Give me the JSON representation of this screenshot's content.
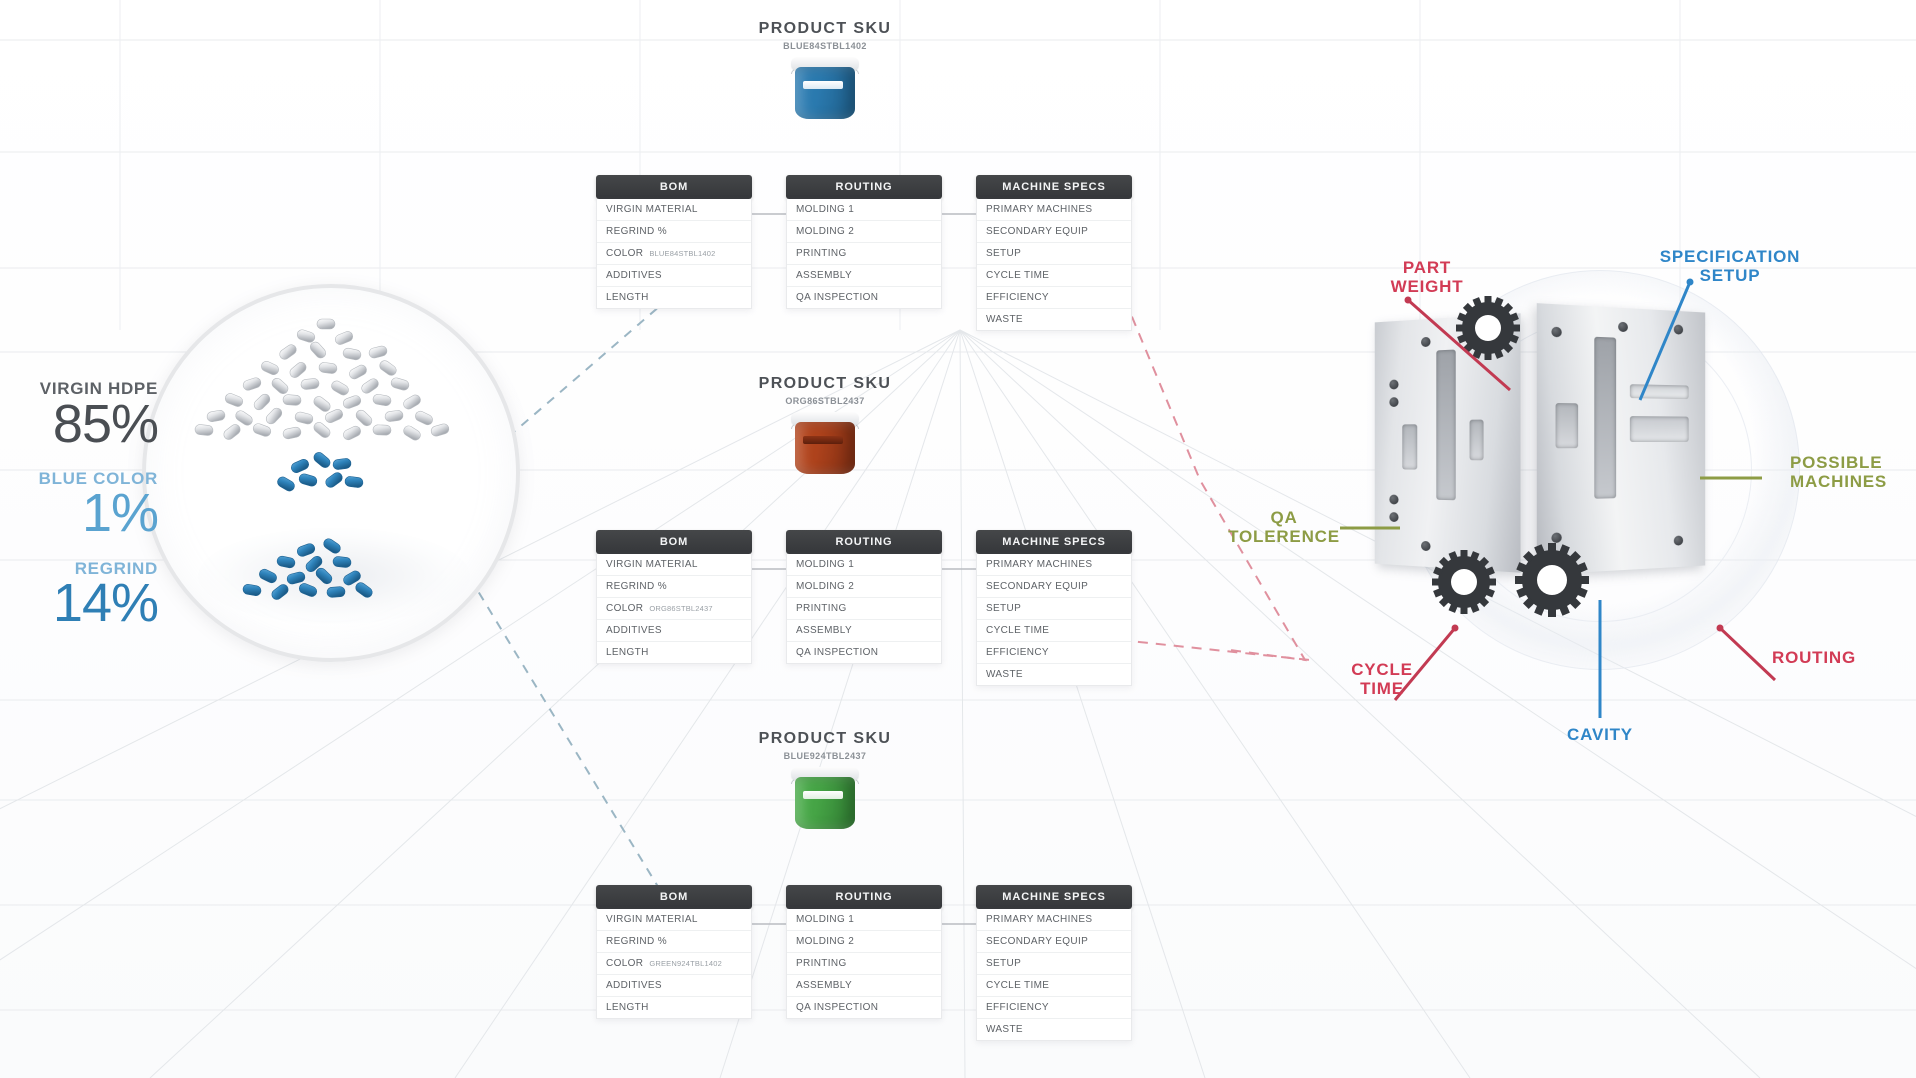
{
  "stats": [
    {
      "name": "virgin",
      "label": "VIRGIN HDPE",
      "value": "85%"
    },
    {
      "name": "blue",
      "label": "BLUE COLOR",
      "value": "1%"
    },
    {
      "name": "regrind",
      "label": "REGRIND",
      "value": "14%"
    }
  ],
  "sku_groups": [
    {
      "title": "PRODUCT SKU",
      "code": "BLUE84STBL1402",
      "bucket_color": "blue",
      "tables": [
        {
          "header": "BOM",
          "rows": [
            {
              "label": "VIRGIN MATERIAL",
              "value": ""
            },
            {
              "label": "REGRIND %",
              "value": ""
            },
            {
              "label": "COLOR",
              "value": "BLUE84STBL1402"
            },
            {
              "label": "ADDITIVES",
              "value": ""
            },
            {
              "label": "LENGTH",
              "value": ""
            }
          ]
        },
        {
          "header": "ROUTING",
          "rows": [
            {
              "label": "MOLDING 1",
              "value": ""
            },
            {
              "label": "MOLDING 2",
              "value": ""
            },
            {
              "label": "PRINTING",
              "value": ""
            },
            {
              "label": "ASSEMBLY",
              "value": ""
            },
            {
              "label": "QA INSPECTION",
              "value": ""
            }
          ]
        },
        {
          "header": "MACHINE SPECS",
          "rows": [
            {
              "label": "PRIMARY MACHINES",
              "value": ""
            },
            {
              "label": "SECONDARY EQUIP",
              "value": ""
            },
            {
              "label": "SETUP",
              "value": ""
            },
            {
              "label": "CYCLE TIME",
              "value": ""
            },
            {
              "label": "EFFICIENCY",
              "value": ""
            },
            {
              "label": "WASTE",
              "value": ""
            }
          ]
        }
      ]
    },
    {
      "title": "PRODUCT SKU",
      "code": "ORG86STBL2437",
      "bucket_color": "orange",
      "tables": [
        {
          "header": "BOM",
          "rows": [
            {
              "label": "VIRGIN MATERIAL",
              "value": ""
            },
            {
              "label": "REGRIND %",
              "value": ""
            },
            {
              "label": "COLOR",
              "value": "ORG86STBL2437"
            },
            {
              "label": "ADDITIVES",
              "value": ""
            },
            {
              "label": "LENGTH",
              "value": ""
            }
          ]
        },
        {
          "header": "ROUTING",
          "rows": [
            {
              "label": "MOLDING 1",
              "value": ""
            },
            {
              "label": "MOLDING 2",
              "value": ""
            },
            {
              "label": "PRINTING",
              "value": ""
            },
            {
              "label": "ASSEMBLY",
              "value": ""
            },
            {
              "label": "QA INSPECTION",
              "value": ""
            }
          ]
        },
        {
          "header": "MACHINE SPECS",
          "rows": [
            {
              "label": "PRIMARY MACHINES",
              "value": ""
            },
            {
              "label": "SECONDARY EQUIP",
              "value": ""
            },
            {
              "label": "SETUP",
              "value": ""
            },
            {
              "label": "CYCLE TIME",
              "value": ""
            },
            {
              "label": "EFFICIENCY",
              "value": ""
            },
            {
              "label": "WASTE",
              "value": ""
            }
          ]
        }
      ]
    },
    {
      "title": "PRODUCT SKU",
      "code": "BLUE924TBL2437",
      "bucket_color": "green",
      "tables": [
        {
          "header": "BOM",
          "rows": [
            {
              "label": "VIRGIN MATERIAL",
              "value": ""
            },
            {
              "label": "REGRIND %",
              "value": ""
            },
            {
              "label": "COLOR",
              "value": "GREEN924TBL1402"
            },
            {
              "label": "ADDITIVES",
              "value": ""
            },
            {
              "label": "LENGTH",
              "value": ""
            }
          ]
        },
        {
          "header": "ROUTING",
          "rows": [
            {
              "label": "MOLDING 1",
              "value": ""
            },
            {
              "label": "MOLDING 2",
              "value": ""
            },
            {
              "label": "PRINTING",
              "value": ""
            },
            {
              "label": "ASSEMBLY",
              "value": ""
            },
            {
              "label": "QA INSPECTION",
              "value": ""
            }
          ]
        },
        {
          "header": "MACHINE SPECS",
          "rows": [
            {
              "label": "PRIMARY MACHINES",
              "value": ""
            },
            {
              "label": "SECONDARY EQUIP",
              "value": ""
            },
            {
              "label": "SETUP",
              "value": ""
            },
            {
              "label": "CYCLE TIME",
              "value": ""
            },
            {
              "label": "EFFICIENCY",
              "value": ""
            },
            {
              "label": "WASTE",
              "value": ""
            }
          ]
        }
      ]
    }
  ],
  "annotations": [
    {
      "name": "part-weight",
      "text": "PART\nWEIGHT",
      "color": "red"
    },
    {
      "name": "specification-setup",
      "text": "SPECIFICATION\nSETUP",
      "color": "blue"
    },
    {
      "name": "possible-machines",
      "text": "POSSIBLE\nMACHINES",
      "color": "olive"
    },
    {
      "name": "qa-tolerence",
      "text": "QA\nTOLERENCE",
      "color": "olive"
    },
    {
      "name": "cycle-time",
      "text": "CYCLE\nTIME",
      "color": "red"
    },
    {
      "name": "cavity",
      "text": "CAVITY",
      "color": "blue"
    },
    {
      "name": "routing",
      "text": "ROUTING",
      "color": "red"
    }
  ],
  "colors": {
    "header_bar": "#3a3c3f",
    "red": "#d23b55",
    "blue": "#2f86c8",
    "olive": "#8d9c45",
    "virgin_gray": "#4a4e53",
    "regrind_blue": "#2f7fb5"
  }
}
